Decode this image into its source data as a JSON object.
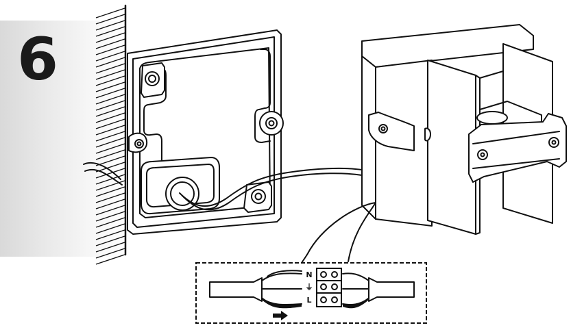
{
  "step": {
    "number": "6"
  },
  "terminals": {
    "neutral": "N",
    "earth": "⏚",
    "live": "L"
  },
  "icons": {
    "wall": "hatched-wall",
    "wall_box": "square-wall-box",
    "fixture": "fixture-housing-with-bracket",
    "detail": "terminal-block-detail",
    "arrow": "direction-arrow-icon"
  }
}
